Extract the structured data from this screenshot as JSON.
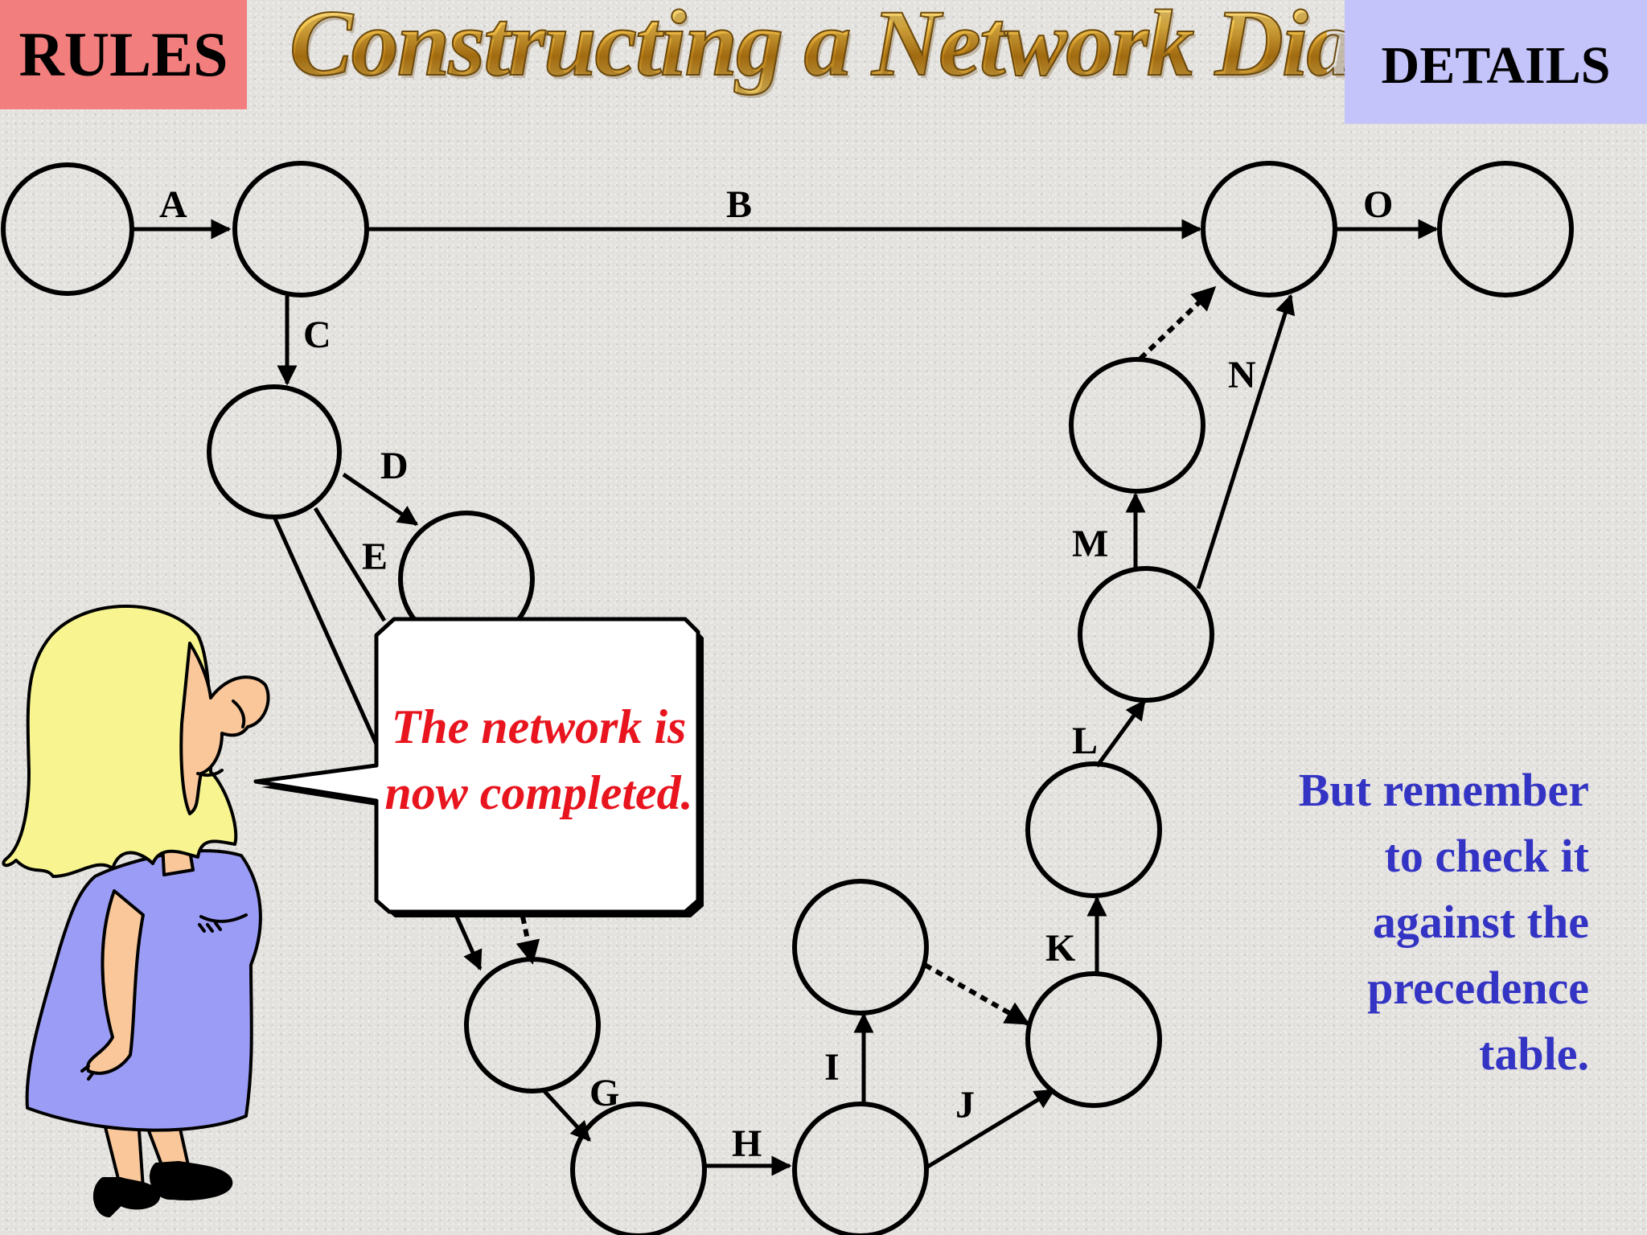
{
  "header": {
    "rules_label": "RULES",
    "title": "Constructing a Network Diagram",
    "details_label": "DETAILS"
  },
  "diagram": {
    "edges": [
      {
        "id": "A",
        "label": "A"
      },
      {
        "id": "B",
        "label": "B"
      },
      {
        "id": "C",
        "label": "C"
      },
      {
        "id": "D",
        "label": "D"
      },
      {
        "id": "E",
        "label": "E"
      },
      {
        "id": "G",
        "label": "G"
      },
      {
        "id": "H",
        "label": "H"
      },
      {
        "id": "I",
        "label": "I"
      },
      {
        "id": "J",
        "label": "J"
      },
      {
        "id": "K",
        "label": "K"
      },
      {
        "id": "L",
        "label": "L"
      },
      {
        "id": "M",
        "label": "M"
      },
      {
        "id": "N",
        "label": "N"
      },
      {
        "id": "O",
        "label": "O"
      }
    ]
  },
  "speech_bubble": {
    "text": "The network is now completed.",
    "color": "#e8141e"
  },
  "note": {
    "text": "But remember to check it against the precedence table.",
    "color": "#3434c4"
  },
  "colors": {
    "rules_button": "#f27e7e",
    "details_button": "#c4c4fa",
    "title_gold": "#c8962a",
    "dress": "#9b9cf5",
    "hair": "#f8f590"
  }
}
